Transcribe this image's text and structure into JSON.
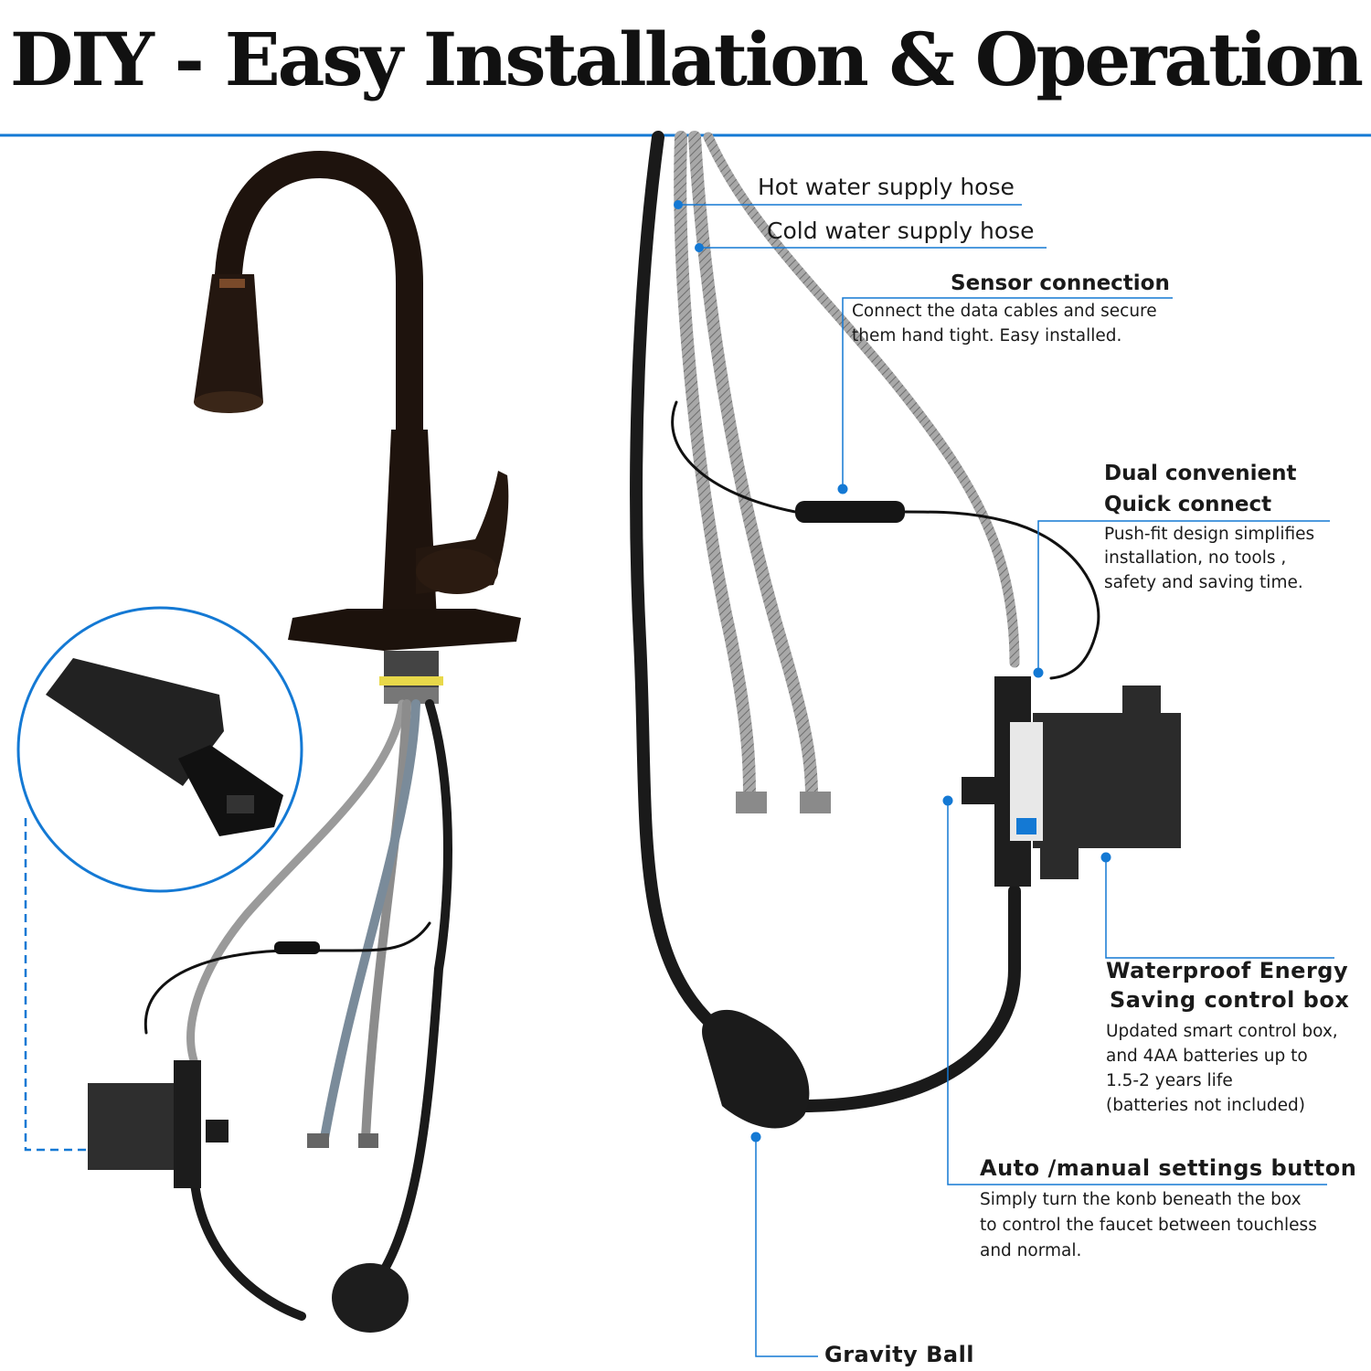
{
  "title": "DIY - Easy Installation & Operation",
  "accent_color": "#1479d4",
  "labels": {
    "hot_hose": "Hot water supply hose",
    "cold_hose": "Cold water supply hose",
    "sensor_title": "Sensor connection",
    "sensor_desc_1": "Connect the data cables and secure",
    "sensor_desc_2": "them hand tight. Easy installed.",
    "dual_title_1": "Dual convenient",
    "dual_title_2": "Quick connect",
    "dual_desc_1": "Push-fit design simplifies",
    "dual_desc_2": "installation, no tools ,",
    "dual_desc_3": "safety and saving time.",
    "box_title_1": "Waterproof Energy",
    "box_title_2": "Saving control box",
    "box_desc_1": "Updated smart control box,",
    "box_desc_2": "and 4AA batteries up to",
    "box_desc_3": "1.5-2 years life",
    "box_desc_4": "(batteries not included)",
    "auto_title": "Auto /manual settings button",
    "auto_desc_1": "Simply turn the konb beneath the box",
    "auto_desc_2": "to control the faucet between touchless",
    "auto_desc_3": "and normal.",
    "gravity_title": "Gravity Ball"
  }
}
